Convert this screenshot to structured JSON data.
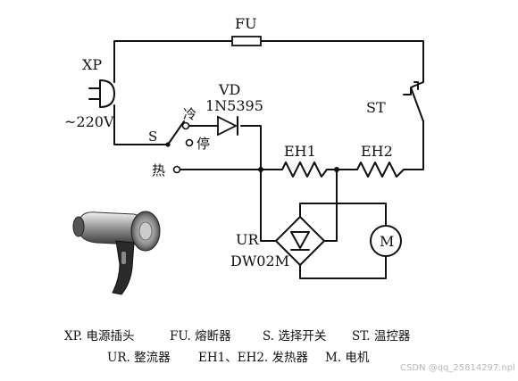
{
  "labels": {
    "fu": "FU",
    "xp": "XP",
    "voltage": "~220V",
    "vd": "VD",
    "vd_part": "1N5395",
    "st": "ST",
    "s": "S",
    "cold": "冷",
    "stop": "停",
    "hot": "热",
    "eh1": "EH1",
    "eh2": "EH2",
    "ur": "UR",
    "ur_part": "DW02M",
    "motor": "M"
  },
  "legend": {
    "line1": [
      "XP. 电源插头",
      "FU. 熔断器",
      "S. 选择开关",
      "ST. 温控器"
    ],
    "line2": [
      "UR. 整流器",
      "EH1、EH2. 发热器",
      "M. 电机"
    ]
  },
  "watermark": "CSDN @qq_25814297.npl"
}
